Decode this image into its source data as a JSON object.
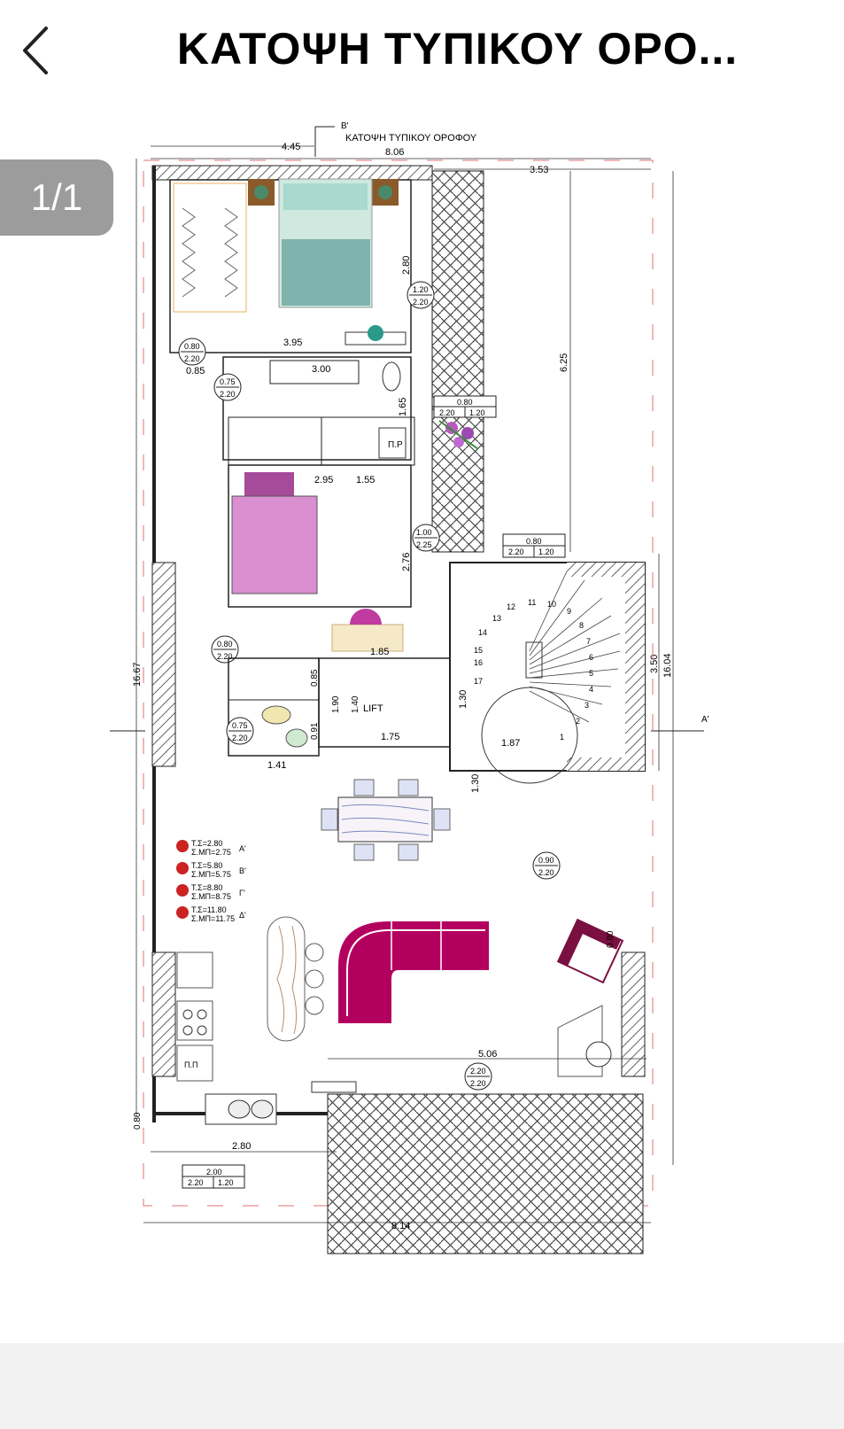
{
  "header": {
    "title": "ΚΑΤΟΨΗ ΤΥΠΙΚΟΥ ΟΡΟ...",
    "back_icon": "chevron-left-icon"
  },
  "viewer": {
    "counter": "1/1"
  },
  "plan": {
    "heading": "ΚΑΤΟΨΗ ΤΥΠΙΚΟΥ ΟΡΟΦΟΥ",
    "section_b": "Β'",
    "section_a": "Α'",
    "dims": {
      "top_left": "4.45",
      "top_total": "8.06",
      "top_right": "3.53",
      "left_total": "16.67",
      "right_total": "16.04",
      "right_upper": "6.25",
      "right_stair": "3.50",
      "bedroom_width": "3.95",
      "bedroom_height": "2.80",
      "bath_width": "3.00",
      "bath_width2": "0.85",
      "hall_165": "1.65",
      "room2_width": "2.95",
      "room2_width2": "1.55",
      "room2_height": "2.76",
      "corr_185": "1.85",
      "wc_085": "0.85",
      "wc_091": "0.91",
      "lift_190": "1.90",
      "lift_140": "1.40",
      "lift_175": "1.75",
      "stair_130": "1.30",
      "stair_187": "1.87",
      "stair_130b": "1.30",
      "wc_141": "1.41",
      "living_080": "0.80",
      "living_506": "5.06",
      "bottom_280": "2.80",
      "bottom_814": "8.14",
      "left_080": "0.80"
    },
    "tags": [
      {
        "top": "1.20",
        "bottom": "2.20"
      },
      {
        "top": "0.80",
        "bottom": "2.20"
      },
      {
        "top": "0.75",
        "bottom": "2.20"
      },
      {
        "top": "1.00",
        "bottom": "2.25"
      },
      {
        "top": "0.80",
        "bottom": "2.20"
      },
      {
        "top": "0.75",
        "bottom": "2.20"
      },
      {
        "top": "0.90",
        "bottom": "2.20"
      },
      {
        "top": "2.20",
        "bottom": "2.20"
      }
    ],
    "window_boxes": [
      {
        "top": "0.80",
        "left": "2.20",
        "right": "1.20"
      },
      {
        "top": "0.80",
        "left": "2.20",
        "right": "1.20"
      },
      {
        "top": "2.00",
        "left": "2.20",
        "right": "1.20"
      }
    ],
    "np_label": "Π.Ρ",
    "pp_label": "Π.Π",
    "lift_label": "LIFT",
    "stair_steps": [
      "1",
      "2",
      "3",
      "4",
      "5",
      "6",
      "7",
      "8",
      "9",
      "10",
      "11",
      "12",
      "13",
      "14",
      "15",
      "16",
      "17"
    ],
    "levels": [
      {
        "ts": "Τ.Σ=2.80",
        "smp": "Σ.ΜΠ=2.75",
        "floor": "Α'"
      },
      {
        "ts": "Τ.Σ=5.80",
        "smp": "Σ.ΜΠ=5.75",
        "floor": "Β'"
      },
      {
        "ts": "Τ.Σ=8.80",
        "smp": "Σ.ΜΠ=8.75",
        "floor": "Γ'"
      },
      {
        "ts": "Τ.Σ=11.80",
        "smp": "Σ.ΜΠ=11.75",
        "floor": "Δ'"
      }
    ],
    "colors": {
      "sofa": "#b3005f",
      "bed2": "#d98fd0",
      "hatch": "#555555",
      "accent_red": "#cc2222"
    }
  }
}
